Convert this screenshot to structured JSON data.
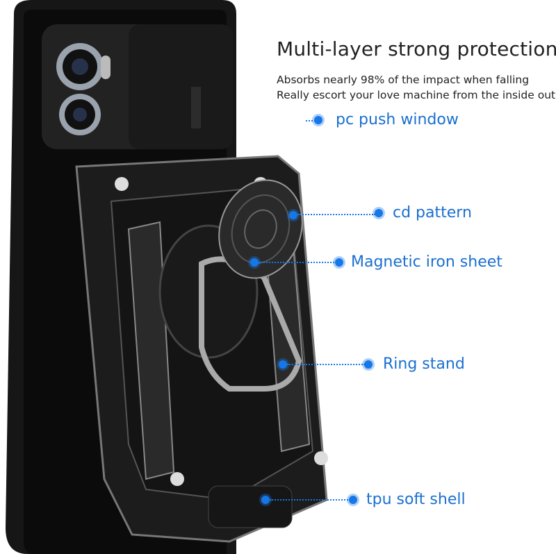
{
  "heading": "Multi-layer strong protection",
  "subtitle_lines": [
    "Absorbs nearly 98% of the impact when falling",
    "Really escort your love machine from the inside out"
  ],
  "callouts": [
    {
      "label": "pc push window"
    },
    {
      "label": "cd pattern"
    },
    {
      "label": "Magnetic iron sheet"
    },
    {
      "label": "Ring stand"
    },
    {
      "label": "tpu soft shell"
    }
  ],
  "colors": {
    "accent": "#1677e8",
    "label_text": "#1a6fd0",
    "case": "#111111"
  }
}
